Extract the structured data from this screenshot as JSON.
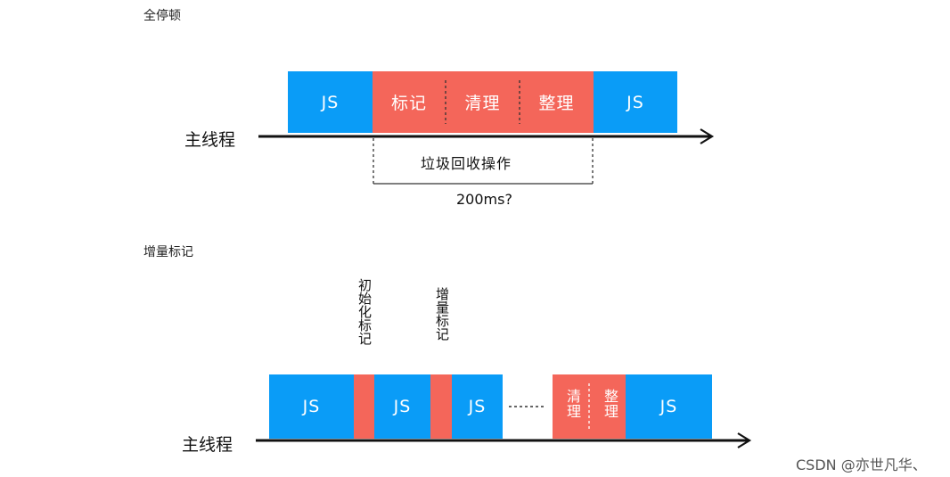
{
  "section1": {
    "title": "全停顿",
    "thread_label": "主线程",
    "blocks": [
      "JS",
      "标记",
      "清理",
      "整理",
      "JS"
    ],
    "gc_box_label": "垃圾回收操作",
    "duration_label": "200ms?"
  },
  "section2": {
    "title": "增量标记",
    "thread_label": "主线程",
    "js_labels": [
      "JS",
      "JS",
      "JS",
      "JS"
    ],
    "annotation_initial_mark": "初始化标记",
    "annotation_incremental_mark": "增量标记",
    "gc_clean": "清理",
    "gc_compact": "整理"
  },
  "watermark": "CSDN @亦世凡华、",
  "colors": {
    "js": "#0a9cf7",
    "gc": "#f4665a"
  }
}
